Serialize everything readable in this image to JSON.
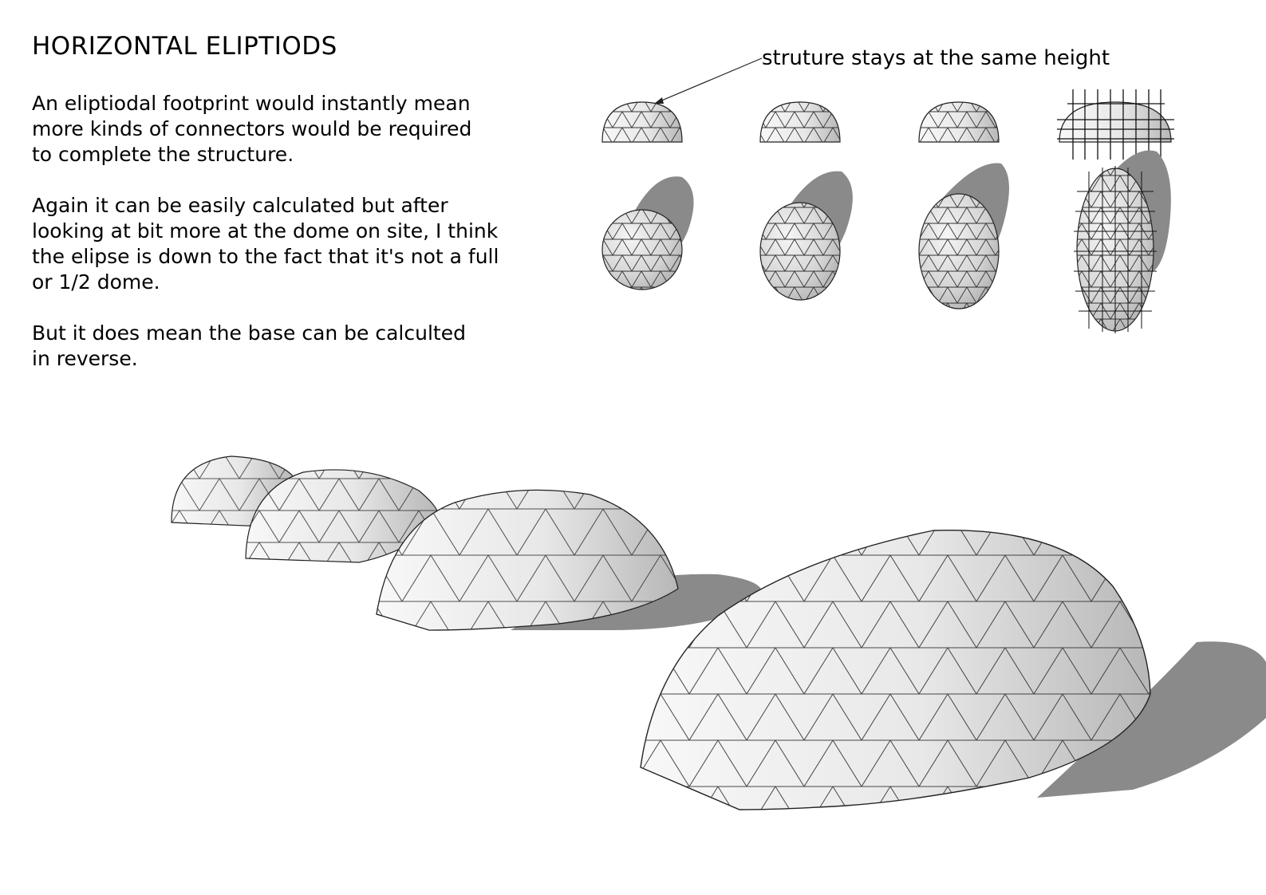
{
  "title": "HORIZONTAL ELIPTIODS",
  "paragraphs": [
    "An eliptiodal footprint would instantly mean\nmore kinds of connectors would be required\nto complete the structure.",
    "Again it can be easily calculated but after\nlooking at bit more at the dome on site, I think\nthe elipse is down to the fact that it's not a full\nor 1/2 dome.",
    "But it does mean the base can be calculted\nin reverse."
  ],
  "callout": "struture stays at the same height",
  "colors": {
    "shadow": "#8a8a8a",
    "facet_light": "#f4f4f4",
    "facet_mid": "#d6d6d6",
    "facet_dark": "#b4b4b4",
    "line": "#222222"
  }
}
